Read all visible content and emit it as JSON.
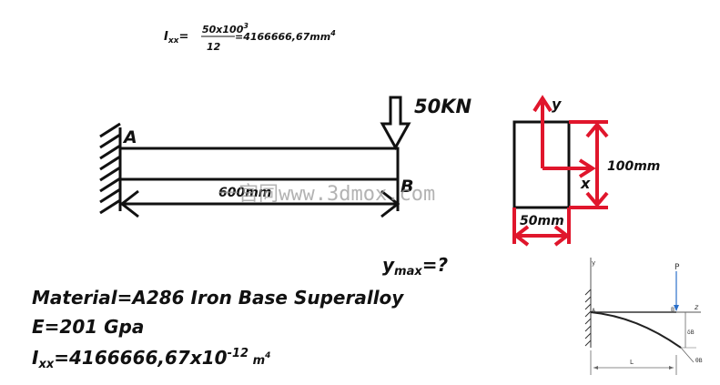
{
  "formula": {
    "lhs_main": "I",
    "lhs_sub": "xx",
    "lhs_eq": "=",
    "numerator_main": "50x100",
    "numerator_exp": "3",
    "denominator": "12",
    "result_main": "=4166666,67mm",
    "result_exp": "4"
  },
  "beam": {
    "load_label": "50KN",
    "point_a": "A",
    "point_b": "B",
    "length_label": "600mm"
  },
  "section": {
    "axis_y": "y",
    "axis_x": "x",
    "height_label": "100mm",
    "width_label": "50mm"
  },
  "question": {
    "main": "y",
    "sub": "max",
    "rest": "=?"
  },
  "properties": {
    "material": "Material=A286 Iron Base Superalloy",
    "modulus": "E=201 Gpa",
    "inertia_main": "I",
    "inertia_sub": "xx",
    "inertia_value": "=4166666,67x10",
    "inertia_exp": "-12",
    "inertia_unit": " m",
    "inertia_unit_exp": "4"
  },
  "small_diagram": {
    "axis_y": "y",
    "load": "P",
    "axis_z": "z",
    "point_a": "A",
    "point_b": "B",
    "deflection": "δB",
    "angle": "θB",
    "length": "L"
  },
  "watermark": "一宮同www.3dmox.com",
  "colors": {
    "ink": "#111111",
    "accent": "#e0162c",
    "load_blue": "#2a6fc9"
  }
}
